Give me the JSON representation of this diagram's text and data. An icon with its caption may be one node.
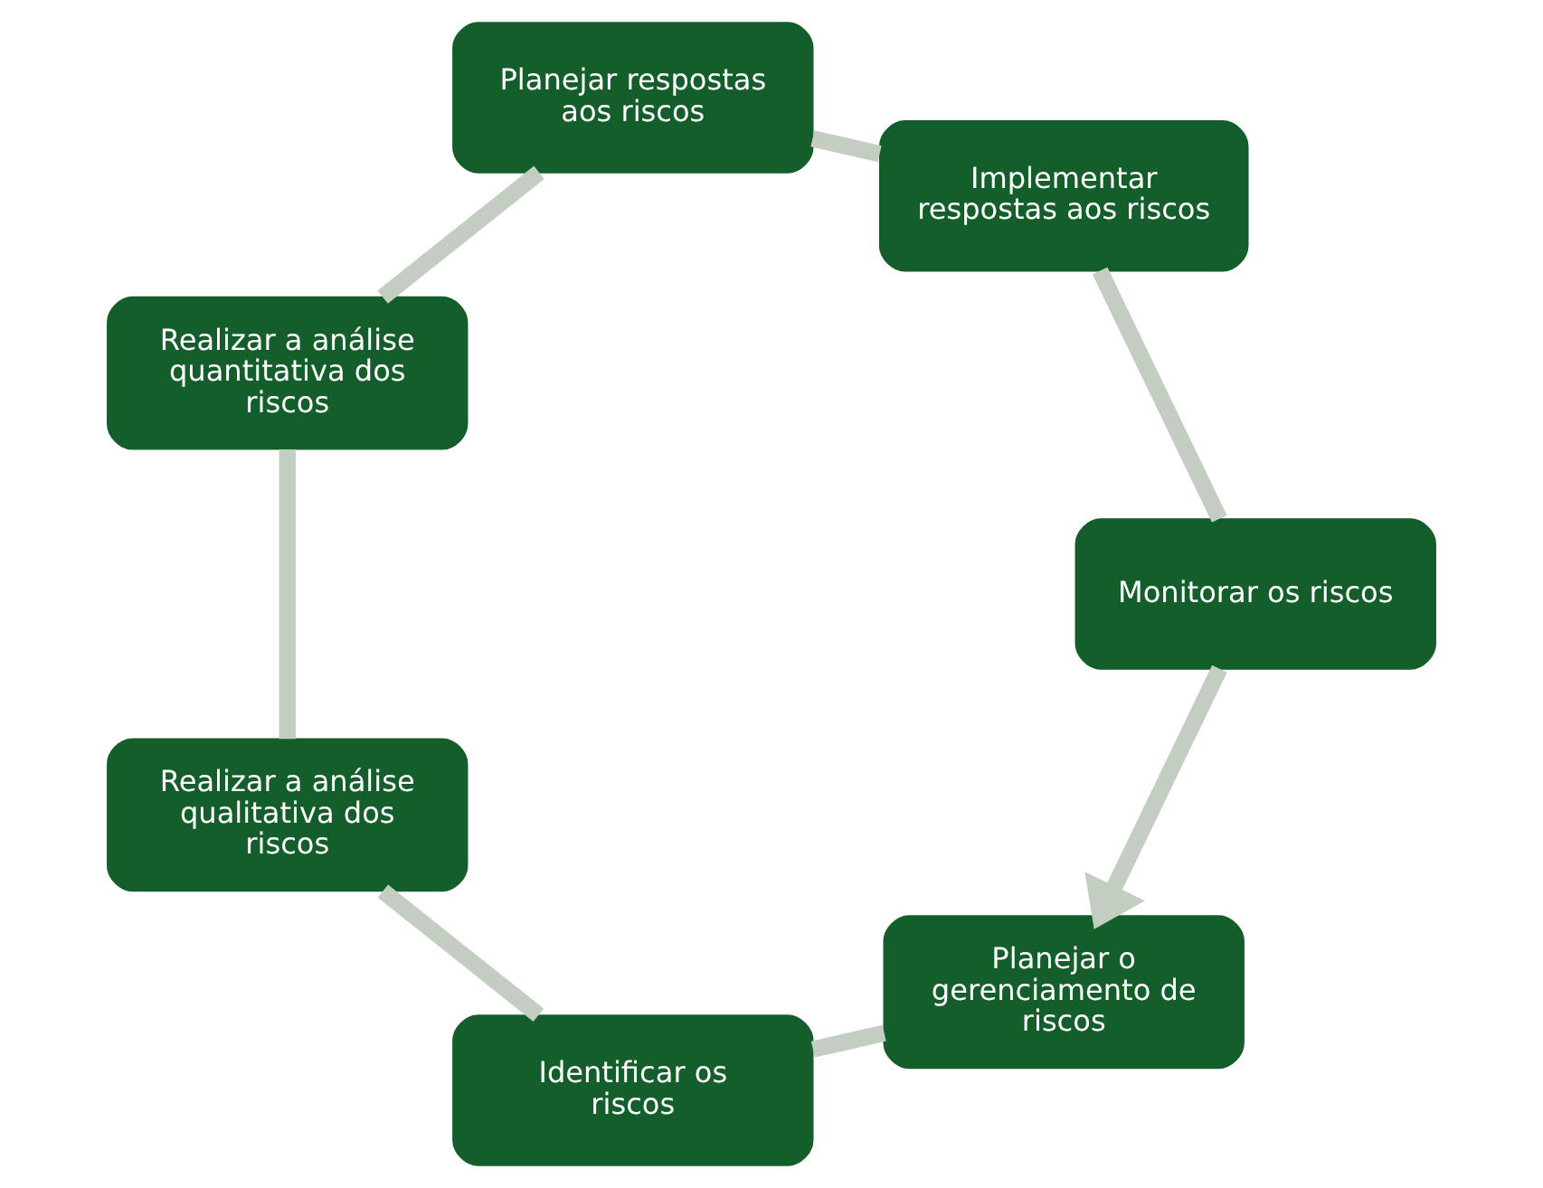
{
  "diagram": {
    "nodes": [
      {
        "text": [
          "Planejar o gerenciamento de riscos"
        ]
      },
      {
        "text": [
          "Identificar os riscos"
        ]
      },
      {
        "text": [
          "Realizar a análise qualitativa dos riscos"
        ]
      },
      {
        "text": [
          "Realizar a análise quantitativa dos riscos"
        ]
      },
      {
        "text": [
          "Planejar respostas aos riscos"
        ]
      },
      {
        "text": [
          "Implementar respostas aos riscos"
        ]
      },
      {
        "text": [
          "Monitorar os riscos"
        ]
      }
    ],
    "edges": [
      {
        "from": 0,
        "to": 1,
        "arrow": "none"
      },
      {
        "from": 1,
        "to": 2,
        "arrow": "none"
      },
      {
        "from": 2,
        "to": 3,
        "arrow": "none"
      },
      {
        "from": 3,
        "to": 4,
        "arrow": "none"
      },
      {
        "from": 4,
        "to": 5,
        "arrow": "none"
      },
      {
        "from": 5,
        "to": 6,
        "arrow": "none"
      },
      {
        "from": 6,
        "to": 0,
        "arrow": "to"
      }
    ]
  }
}
